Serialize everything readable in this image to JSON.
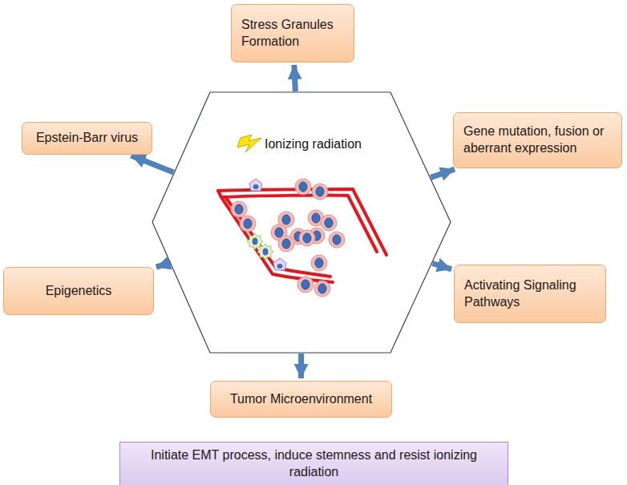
{
  "diagram": {
    "nodes": [
      {
        "text": [
          "Ionizing radiation"
        ]
      },
      {
        "text": [
          "Stress Granules Formation"
        ]
      },
      {
        "text": [
          "Epstein-Barr virus"
        ]
      },
      {
        "text": [
          "Gene mutation, fusion or aberrant expression"
        ]
      },
      {
        "text": [
          "Epigenetics"
        ]
      },
      {
        "text": [
          "Activating Signaling Pathways"
        ]
      },
      {
        "text": [
          "Tumor Microenvironment"
        ]
      },
      {
        "text": [
          "Initiate EMT process, induce stemness and resist ionizing radiation"
        ]
      }
    ],
    "edges": [
      {
        "from": 0,
        "to": 1,
        "arrow": "to"
      },
      {
        "from": 0,
        "to": 2,
        "arrow": "to"
      },
      {
        "from": 0,
        "to": 3,
        "arrow": "to"
      },
      {
        "from": 0,
        "to": 4,
        "arrow": "to"
      },
      {
        "from": 0,
        "to": 5,
        "arrow": "to"
      },
      {
        "from": 0,
        "to": 6,
        "arrow": "to"
      }
    ]
  }
}
